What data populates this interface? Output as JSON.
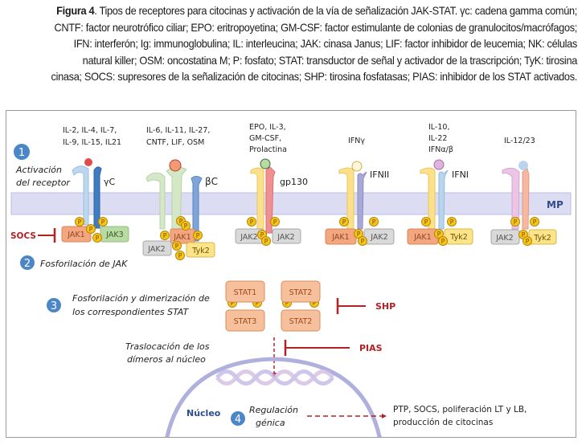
{
  "caption": {
    "label": "Figura 4",
    "text": ". Tipos de receptores para citocinas y activación de la vía de señalización JAK-STAT. γc: cadena gamma común; CNTF: factor neurotrófico ciliar; EPO: eritropoyetina; GM-CSF: factor estimulante de colonias de granulocitos/macrófagos; IFN: interferón; Ig: immunoglobulina; IL: interleucina; JAK: cinasa Janus; LIF: factor inhibidor de leucemia; NK: células natural killer; OSM: oncostatina M; P: fosfato; STAT: transductor de señal y activador de la trascripción; TyK: tirosina cinasa; SOCS: supresores de la señalización de citocinas; SHP: tirosina fosfatasas; PIAS: inhibidor de los STAT activados."
  },
  "colors": {
    "membrane": "#dcdcf2",
    "membrane_border": "#b9b9e4",
    "step_circle": "#4a86c8",
    "inhibitor": "#b52025",
    "jak1": "#f4a77e",
    "jak2": "#d9d9d9",
    "jak3": "#b8dba4",
    "tyk2": "#fde48a",
    "phosphate": "#f5c518",
    "stat": "#f7c09c",
    "nucleus": "#b0b0de",
    "mp_label": "#2e4d8f"
  },
  "steps": [
    {
      "num": "1",
      "label_line1": "Activación",
      "label_line2": "del receptor"
    },
    {
      "num": "2",
      "label": "Fosforilación de JAK"
    },
    {
      "num": "3",
      "label_line1": "Fosforilación y dimerización de",
      "label_line2": "los correspondientes STAT"
    },
    {
      "num": "4",
      "label_line1": "Regulación",
      "label_line2": "génica"
    }
  ],
  "membrane_label": "MP",
  "receptors": [
    {
      "ligands": [
        "IL-2, IL-4, IL-7,",
        "IL-9, IL-15, IL21"
      ],
      "chain_label": "γC",
      "jaks": [
        "JAK1",
        "JAK3"
      ]
    },
    {
      "ligands": [
        "IL-6, IL-11, IL-27,",
        "CNTF, LIF, OSM"
      ],
      "chain_label": "βC",
      "jaks": [
        "JAK1",
        "JAK2",
        "Tyk2"
      ]
    },
    {
      "ligands": [
        "EPO, IL-3,",
        "GM-CSF,",
        "Prolactina"
      ],
      "chain_label": "gp130",
      "jaks": [
        "JAK2",
        "JAK2"
      ]
    },
    {
      "ligands": [
        "IFNγ"
      ],
      "chain_label": "IFNII",
      "jaks": [
        "JAK1",
        "JAK2"
      ]
    },
    {
      "ligands": [
        "IL-10,",
        "IL-22",
        "IFNα/β"
      ],
      "chain_label": "IFNI",
      "jaks": [
        "JAK1",
        "Tyk2"
      ]
    },
    {
      "ligands": [
        "IL-12/23"
      ],
      "chain_label": "",
      "jaks": [
        "JAK2",
        "Tyk2"
      ]
    }
  ],
  "phosphate_label": "P",
  "inhibitors": {
    "socs": "SOCS",
    "shp": "SHP",
    "pias": "PIAS"
  },
  "stat_dimers": [
    {
      "top": "STAT1",
      "bottom": "STAT3"
    },
    {
      "top": "STAT2",
      "bottom": "STAT2"
    }
  ],
  "translocation": {
    "line1": "Traslocación de los",
    "line2": "dímeros al núcleo"
  },
  "nucleus_label": "Núcleo",
  "outcome": {
    "line1": "PTP, SOCS, poliferación LT y LB,",
    "line2": "producción de citocinas"
  }
}
